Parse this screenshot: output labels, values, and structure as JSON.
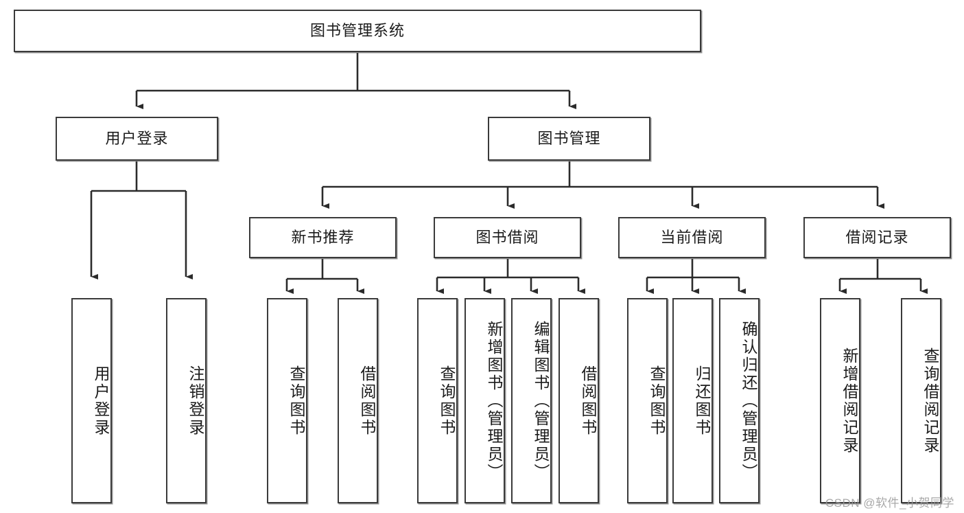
{
  "diagram": {
    "type": "tree-hierarchy",
    "title": "图书管理系统",
    "root": {
      "label": "图书管理系统"
    },
    "level2": [
      {
        "id": "user-login",
        "label": "用户登录"
      },
      {
        "id": "book-management",
        "label": "图书管理"
      }
    ],
    "level3": [
      {
        "id": "new-book-recommend",
        "label": "新书推荐",
        "parent": "book-management"
      },
      {
        "id": "book-borrow",
        "label": "图书借阅",
        "parent": "book-management"
      },
      {
        "id": "current-borrow",
        "label": "当前借阅",
        "parent": "book-management"
      },
      {
        "id": "borrow-record",
        "label": "借阅记录",
        "parent": "book-management"
      }
    ],
    "leaves": [
      {
        "id": "leaf-user-login",
        "label": "用户登录",
        "parent": "user-login"
      },
      {
        "id": "leaf-logout-login",
        "label": "注销登录",
        "parent": "user-login"
      },
      {
        "id": "leaf-query-book-1",
        "label": "查询图书",
        "parent": "new-book-recommend"
      },
      {
        "id": "leaf-borrow-book-1",
        "label": "借阅图书",
        "parent": "new-book-recommend"
      },
      {
        "id": "leaf-query-book-2",
        "label": "查询图书",
        "parent": "book-borrow"
      },
      {
        "id": "leaf-add-book",
        "label": "新增图书（管理员）",
        "parent": "book-borrow"
      },
      {
        "id": "leaf-edit-book",
        "label": "编辑图书（管理员）",
        "parent": "book-borrow"
      },
      {
        "id": "leaf-borrow-book-2",
        "label": "借阅图书",
        "parent": "book-borrow"
      },
      {
        "id": "leaf-query-book-3",
        "label": "查询图书",
        "parent": "current-borrow"
      },
      {
        "id": "leaf-return-book",
        "label": "归还图书",
        "parent": "current-borrow"
      },
      {
        "id": "leaf-confirm-return",
        "label": "确认归还（管理员）",
        "parent": "current-borrow"
      },
      {
        "id": "leaf-add-record",
        "label": "新增借阅记录",
        "parent": "borrow-record"
      },
      {
        "id": "leaf-query-record",
        "label": "查询借阅记录",
        "parent": "borrow-record"
      }
    ]
  },
  "watermark": {
    "text": "CSDN @软件_小贺同学"
  },
  "colors": {
    "border": "#3a3a3a",
    "background": "#ffffff",
    "text": "#1b1b1b",
    "connector": "#2b2b2b",
    "watermark": "#9a9a9a"
  }
}
